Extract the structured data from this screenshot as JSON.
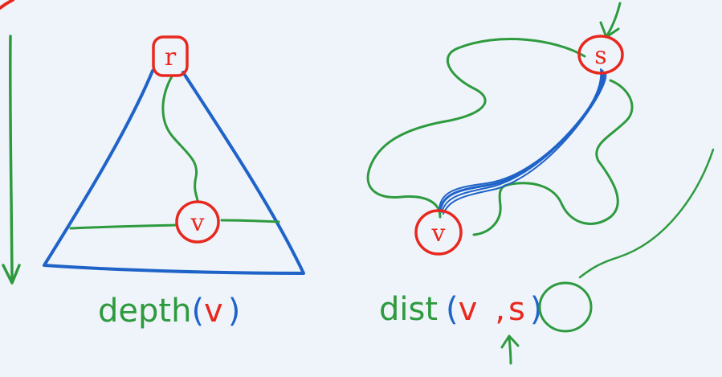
{
  "colors": {
    "background": "#eef4fa",
    "red": "#e8281e",
    "green": "#2e9a3e",
    "blue": "#1f63c8"
  },
  "left_diagram": {
    "root_label": "r",
    "node_label": "v",
    "caption": {
      "func": "depth",
      "open": "(",
      "arg": "v",
      "close": ")"
    }
  },
  "right_diagram": {
    "source_label": "s",
    "node_label": "v",
    "caption": {
      "func": "dist",
      "open": "(",
      "arg1": "v",
      "comma": ",",
      "arg2": "s",
      "close": ")"
    }
  }
}
